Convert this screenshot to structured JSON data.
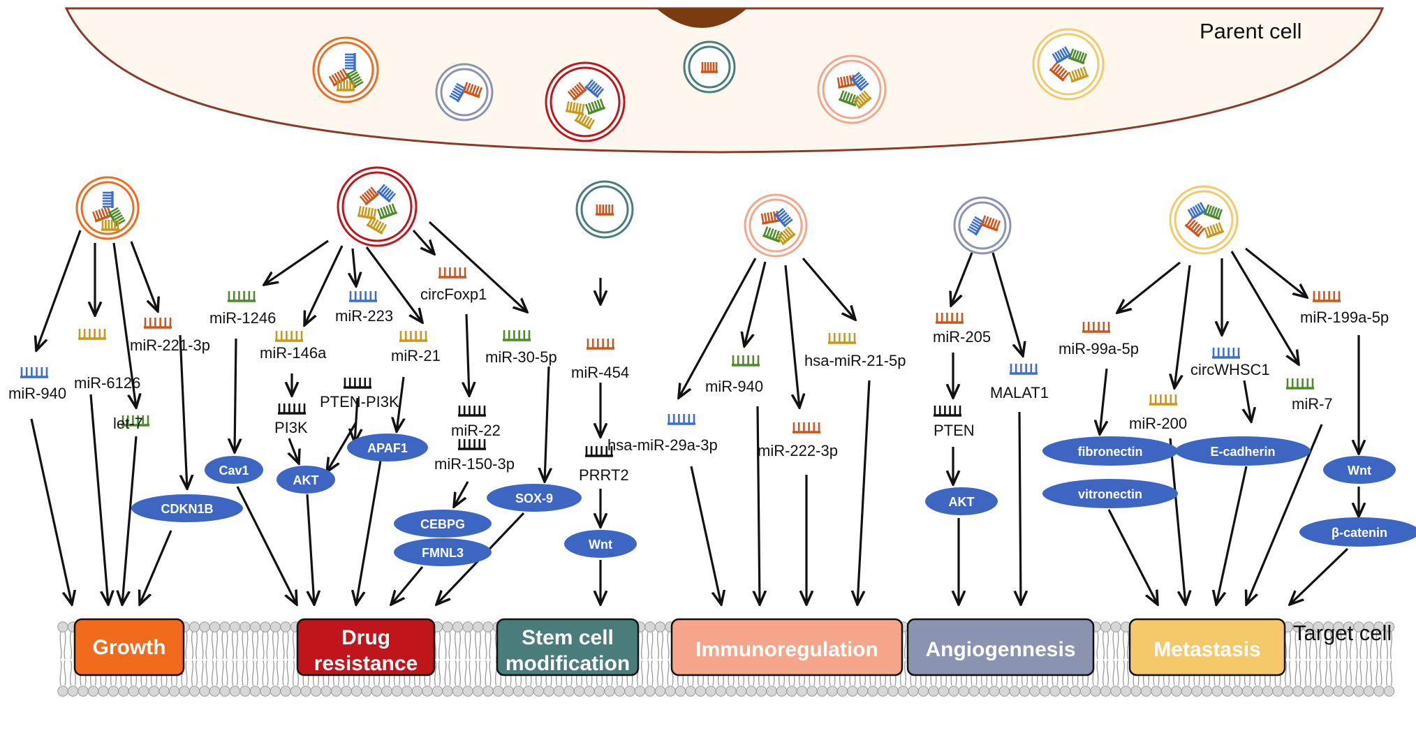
{
  "header": {
    "parent": "Parent cell",
    "target": "Target cell"
  },
  "outcomes": {
    "growth": "Growth",
    "drug1": "Drug",
    "drug2": "resistance",
    "stem1": "Stem cell",
    "stem2": "modification",
    "immuno": "Immunoregulation",
    "angio": "Angiogennesis",
    "meta": "Metastasis"
  },
  "labels": {
    "g_mir940": "miR-940",
    "g_mir6126": "miR-6126",
    "g_mir2213p": "miR-221-3p",
    "g_let7": "let-7",
    "d_mir1246": "miR-1246",
    "d_mir146a": "miR-146a",
    "d_mir223": "miR-223",
    "d_mir21": "miR-21",
    "d_circfoxp1": "circFoxp1",
    "d_mir305p": "miR-30-5p",
    "d_pi3k": "PI3K",
    "d_ptenpi3k": "PTEN-PI3K",
    "d_mir22": "miR-22",
    "d_mir1503p": "miR-150-3p",
    "s_mir454": "miR-454",
    "s_prrt2": "PRRT2",
    "i_mir940": "miR-940",
    "i_hsa215p": "hsa-miR-21-5p",
    "i_hsa29a3p": "hsa-miR-29a-3p",
    "i_mir2223p": "miR-222-3p",
    "a_mir205": "miR-205",
    "a_malat1": "MALAT1",
    "a_pten": "PTEN",
    "m_mir99a5p": "miR-99a-5p",
    "m_circwhsc1": "circWHSC1",
    "m_mir199a5p": "miR-199a-5p",
    "m_mir200": "miR-200",
    "m_mir7": "miR-7"
  },
  "ovals": {
    "cdkn1b": "CDKN1B",
    "cav1": "Cav1",
    "akt1": "AKT",
    "apaf1": "APAF1",
    "sox9": "SOX-9",
    "cebpg": "CEBPG",
    "fmnl3": "FMNL3",
    "wnt1": "Wnt",
    "akt2": "AKT",
    "fibronectin": "fibronectin",
    "vitronectin": "vitronectin",
    "ecadherin": "E-cadherin",
    "wnt2": "Wnt",
    "bcatenin": "β-catenin"
  },
  "colors": {
    "orange": "#F26B1D",
    "red": "#C0151B",
    "teal": "#4A7C7C",
    "salmon": "#F5A68A",
    "slate": "#8A93AF",
    "gold": "#F5C96A",
    "oval": "#3C66C2",
    "rna_blue": "#3A6FD1",
    "rna_orange": "#D0551C",
    "rna_gold": "#C9981A",
    "rna_green": "#4C8A2A",
    "rna_black": "#111111",
    "cell_border": "#8B3A2A",
    "nucleus": "#7A3B10"
  },
  "icons": [
    "rna-comb-icon",
    "exosome-vesicle-icon",
    "lipid-bilayer-icon",
    "arrow-icon"
  ]
}
